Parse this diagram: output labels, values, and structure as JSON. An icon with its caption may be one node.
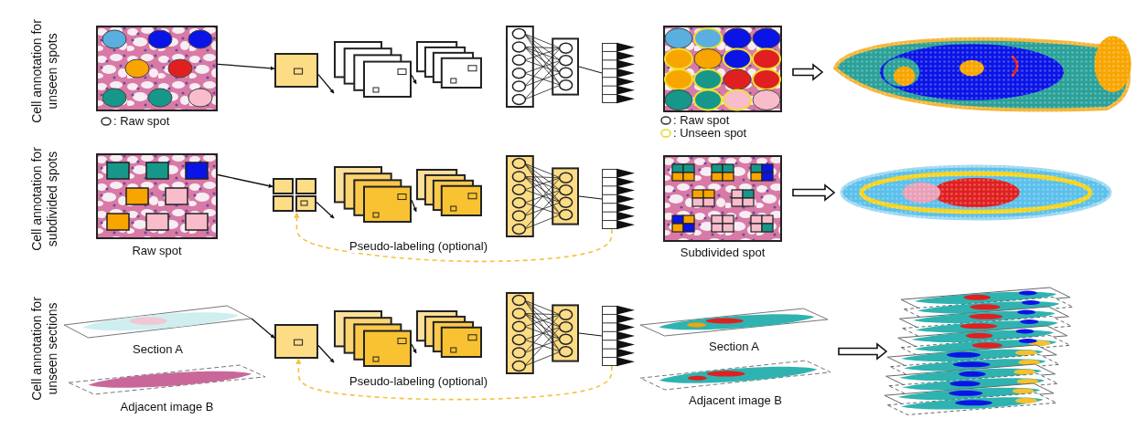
{
  "diagram": {
    "nodes": [
      {
        "text": [],
        "shape": "picture"
      },
      {
        "text": [],
        "shape": "box"
      },
      {
        "text": [],
        "shape": "picture"
      },
      {
        "text": [],
        "shape": "picture"
      },
      {
        "text": [],
        "shape": "picture"
      },
      {
        "text": [],
        "shape": "picture"
      },
      {
        "text": [],
        "shape": "picture"
      },
      {
        "text": [],
        "shape": "picture"
      },
      {
        "text": [],
        "shape": "picture",
        "beside": [
          "Raw spot"
        ]
      },
      {
        "text": [],
        "shape": "box"
      },
      {
        "text": [],
        "shape": "picture"
      },
      {
        "text": [],
        "shape": "picture"
      },
      {
        "text": [],
        "shape": "picture"
      },
      {
        "text": [],
        "shape": "picture"
      },
      {
        "text": [],
        "shape": "picture",
        "beside": [
          "Subdivided spot"
        ]
      },
      {
        "text": [],
        "shape": "picture"
      },
      {
        "text": [],
        "shape": "picture",
        "beside": [
          "Section A"
        ]
      },
      {
        "text": [],
        "shape": "picture",
        "beside": [
          "Adjacent image B"
        ]
      },
      {
        "text": [],
        "shape": "box"
      },
      {
        "text": [],
        "shape": "picture"
      },
      {
        "text": [],
        "shape": "picture"
      },
      {
        "text": [],
        "shape": "picture"
      },
      {
        "text": [],
        "shape": "picture"
      },
      {
        "text": [],
        "shape": "picture",
        "beside": [
          "Section A"
        ]
      },
      {
        "text": [],
        "shape": "picture",
        "beside": [
          "Adjacent image B"
        ]
      },
      {
        "text": [],
        "shape": "picture"
      }
    ],
    "edges": [
      {
        "from": 0,
        "to": 1,
        "arrow": "to"
      },
      {
        "from": 1,
        "to": 2,
        "arrow": "to"
      },
      {
        "from": 2,
        "to": 3,
        "arrow": "to"
      },
      {
        "from": 4,
        "to": 5,
        "arrow": "none"
      },
      {
        "from": 6,
        "to": 7,
        "arrow": "to",
        "style": "thick"
      },
      {
        "from": 8,
        "to": 9,
        "arrow": "to"
      },
      {
        "from": 9,
        "to": 10,
        "arrow": "to"
      },
      {
        "from": 10,
        "to": 11,
        "arrow": "to"
      },
      {
        "from": 12,
        "to": 13,
        "arrow": "none"
      },
      {
        "from": 14,
        "to": 15,
        "arrow": "to",
        "style": "thick"
      },
      {
        "from": 13,
        "to": 9,
        "arrow": "to",
        "label": "Pseudo-labeling (optional)",
        "style": "dashed",
        "color": "#f5c242"
      },
      {
        "from": 16,
        "to": 18,
        "arrow": "to"
      },
      {
        "from": 18,
        "to": 19,
        "arrow": "to"
      },
      {
        "from": 19,
        "to": 20,
        "arrow": "to"
      },
      {
        "from": 21,
        "to": 22,
        "arrow": "none"
      },
      {
        "from": 22,
        "to": 18,
        "arrow": "to",
        "label": "Pseudo-labeling (optional)",
        "style": "dashed",
        "color": "#f5c242"
      },
      {
        "from": 23,
        "to": 25,
        "arrow": "to",
        "style": "thick"
      }
    ],
    "labels": [
      "Cell annotation for unseen spots",
      "Cell annotation for subdivided spots",
      "Cell annotation for unseen sections"
    ],
    "legend": [
      {
        "text": ": Raw spot"
      },
      {
        "text": ": Raw spot"
      },
      {
        "text": ": Unseen spot"
      }
    ]
  }
}
